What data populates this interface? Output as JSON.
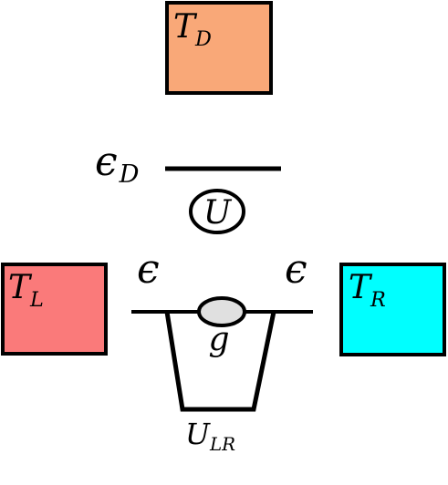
{
  "reservoirs": {
    "detector": {
      "symbol": "T",
      "subscript": "D",
      "color": "#f9a878"
    },
    "left": {
      "symbol": "T",
      "subscript": "L",
      "color": "#fa7a7a"
    },
    "right": {
      "symbol": "T",
      "subscript": "R",
      "color": "#00ffff"
    }
  },
  "levels": {
    "detector": {
      "symbol": "ϵ",
      "subscript": "D"
    },
    "left": {
      "symbol": "ϵ"
    },
    "right": {
      "symbol": "ϵ"
    }
  },
  "interactions": {
    "detector_coupling": {
      "label": "U"
    },
    "tunneling": {
      "label": "g",
      "color": "#e0e0e0"
    },
    "lr_coupling": {
      "symbol": "U",
      "subscript": "LR"
    }
  }
}
